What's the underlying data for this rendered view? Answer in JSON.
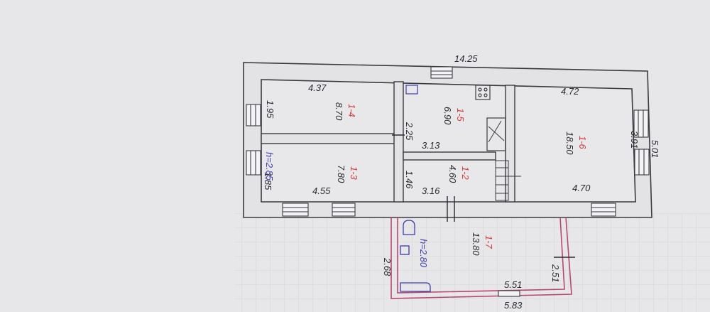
{
  "plan": {
    "overall_width": "14.25",
    "overall_depth": "5.01",
    "rooms": [
      {
        "id": "4",
        "number": "1-4",
        "area": "8.70"
      },
      {
        "id": "3",
        "number": "1-3",
        "area": "7.80"
      },
      {
        "id": "5",
        "number": "1-5",
        "area": "6.90"
      },
      {
        "id": "2",
        "number": "1-2",
        "area": "4.60"
      },
      {
        "id": "6",
        "number": "1-6",
        "area": "18.50"
      },
      {
        "id": "7",
        "number": "1-7",
        "area": "13.80"
      }
    ],
    "heights": {
      "main": "h=2.85",
      "annex": "h=2.80"
    },
    "dimensions": {
      "d437": "4.37",
      "d472": "4.72",
      "d195": "1.95",
      "d185": "1.85",
      "d455": "4.55",
      "d225": "2.25",
      "d313": "3.13",
      "d146": "1.46",
      "d316": "3.16",
      "d391": "3.91",
      "d470": "4.70",
      "d268": "2.68",
      "d551": "5.51",
      "d583": "5.83",
      "d251": "2.51"
    }
  },
  "colors": {
    "paper": "#e7e7e9",
    "wall_fill": "#e3e3e5",
    "ink": "#2a2a30",
    "red": "#d53a3a",
    "blue": "#3a3ab0",
    "annex_wall": "#b7486a"
  }
}
